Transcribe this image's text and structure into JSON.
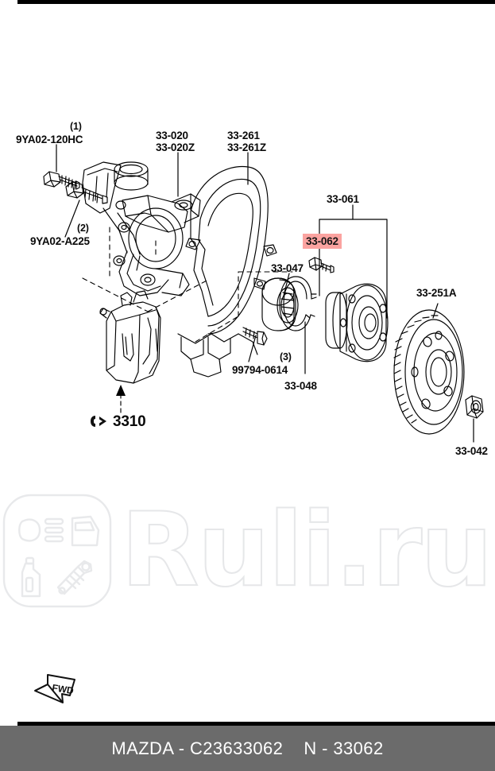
{
  "diagram": {
    "title": "Mazda front wheel hub and knuckle exploded parts diagram",
    "highlight_color": "#fba3a0",
    "line_color": "#000000",
    "callouts": [
      {
        "id": "9YA02-120HC",
        "label": "9YA02-120HC",
        "qty": "(1)",
        "part": "knuckle-bolt-upper"
      },
      {
        "id": "9YA02-A225",
        "label": "9YA02-A225",
        "qty": "(2)",
        "part": "knuckle-bolt-lower"
      },
      {
        "id": "33-020",
        "label": "33-020",
        "qty": "",
        "part": "steering-knuckle"
      },
      {
        "id": "33-020Z",
        "label": "33-020Z",
        "qty": "",
        "part": "steering-knuckle-alt"
      },
      {
        "id": "33-261",
        "label": "33-261",
        "qty": "",
        "part": "dust-shield"
      },
      {
        "id": "33-261Z",
        "label": "33-261Z",
        "qty": "",
        "part": "dust-shield-alt"
      },
      {
        "id": "33-061",
        "label": "33-061",
        "qty": "",
        "part": "hub-bolt"
      },
      {
        "id": "33-062",
        "label": "33-062",
        "qty": "",
        "part": "wheel-hub",
        "highlighted": true
      },
      {
        "id": "33-047",
        "label": "33-047",
        "qty": "",
        "part": "wheel-bearing"
      },
      {
        "id": "33-048",
        "label": "33-048",
        "qty": "",
        "part": "bearing-snap-ring"
      },
      {
        "id": "99794-0614",
        "label": "99794-0614",
        "qty": "(3)",
        "part": "shield-screw"
      },
      {
        "id": "33-251A",
        "label": "33-251A",
        "qty": "",
        "part": "brake-disc-rotor"
      },
      {
        "id": "33-042",
        "label": "33-042",
        "qty": "",
        "part": "hub-lock-nut"
      },
      {
        "id": "3310",
        "label": "3310",
        "qty": "",
        "part": "brake-caliper-reference"
      }
    ]
  },
  "orientation": {
    "marker_label": "FWD"
  },
  "watermark": {
    "text": "Ruli.ru"
  },
  "footer": {
    "text": "MAZDA - C23633062    N - 33062"
  }
}
